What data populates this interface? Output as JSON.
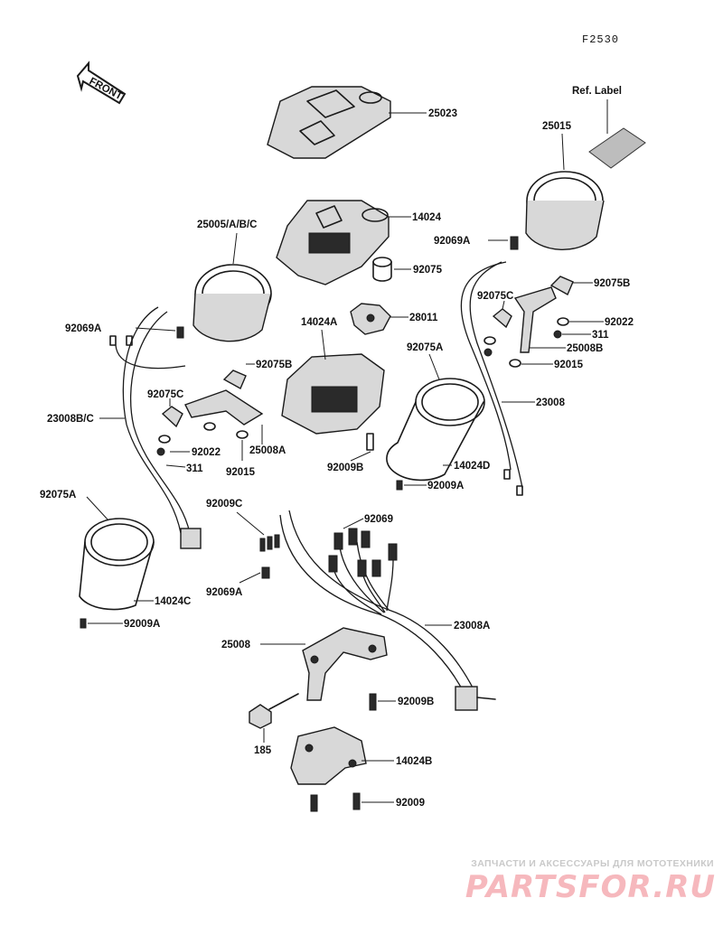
{
  "diagram_code": "F2530",
  "front_label": "FRONT",
  "ref_label": "Ref. Label",
  "parts": {
    "p25023": "25023",
    "p25015": "25015",
    "p14024": "14024",
    "p25005": "25005/A/B/C",
    "p92069A_r": "92069A",
    "p92075": "92075",
    "p92075B_r": "92075B",
    "p28011": "28011",
    "p14024A": "14024A",
    "p92075C_r": "92075C",
    "p92022_r": "92022",
    "p311_r": "311",
    "p25008B": "25008B",
    "p92015_r": "92015",
    "p92075A_r": "92075A",
    "p23008": "23008",
    "p92069A_l": "92069A",
    "p92075B_l": "92075B",
    "p92075C_l": "92075C",
    "p23008BC": "23008B/C",
    "p92022_l": "92022",
    "p25008A": "25008A",
    "p311_l": "311",
    "p92015_l": "92015",
    "p92009B_m": "92009B",
    "p14024D": "14024D",
    "p92009A_r": "92009A",
    "p92075A_l": "92075A",
    "p92009C": "92009C",
    "p92069": "92069",
    "p92069A_b": "92069A",
    "p14024C": "14024C",
    "p92009A_l": "92009A",
    "p23008A": "23008A",
    "p25008": "25008",
    "p92009B_b": "92009B",
    "p185": "185",
    "p14024B": "14024B",
    "p92009": "92009"
  },
  "watermark": {
    "tagline": "ЗАПЧАСТИ И АКСЕССУАРЫ ДЛЯ МОТОТЕХНИКИ",
    "logo": "PARTSFOR.RU"
  }
}
